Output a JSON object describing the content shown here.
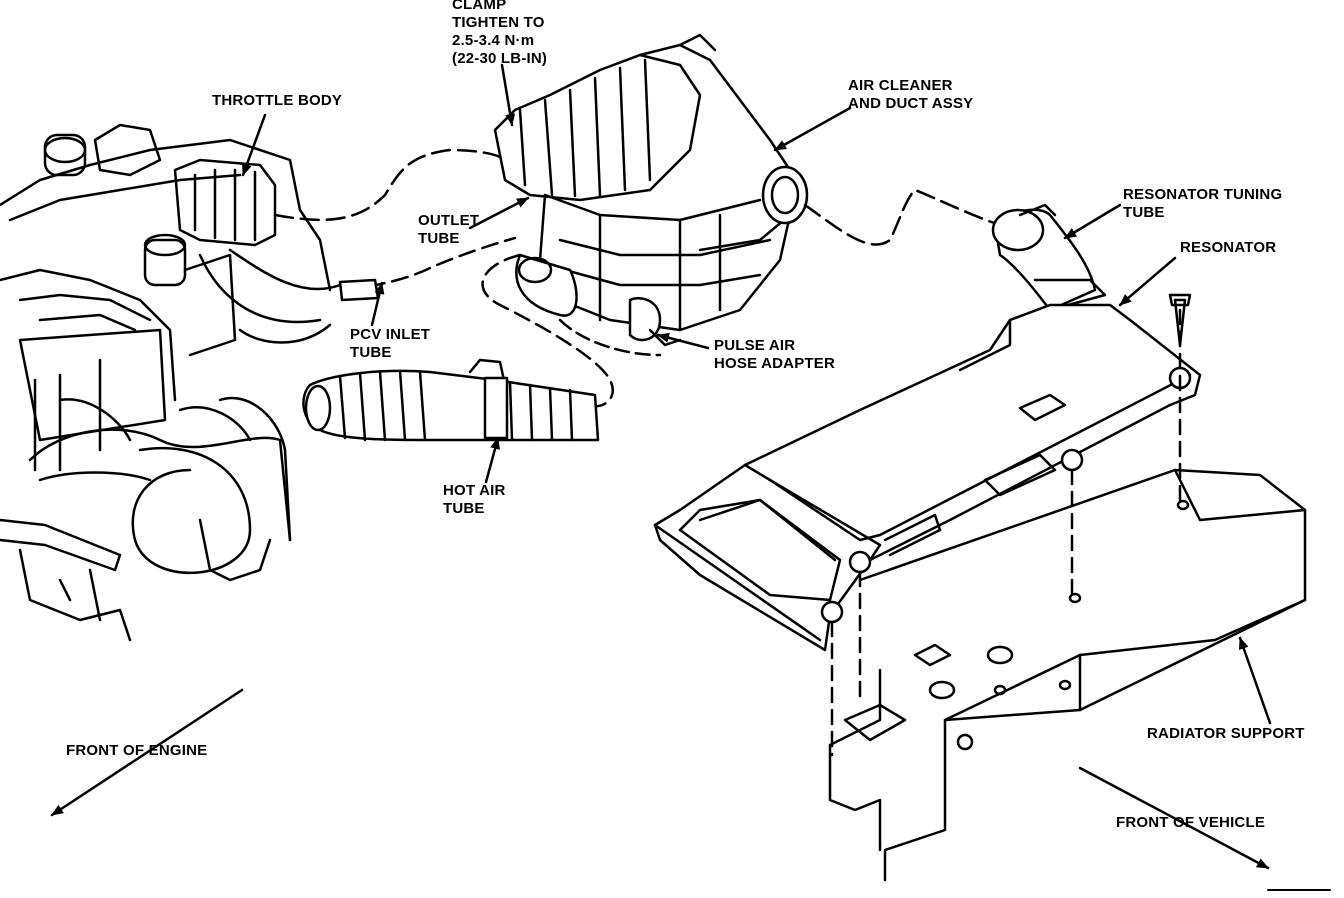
{
  "labels": {
    "clamp": [
      "CLAMP",
      "TIGHTEN TO",
      "2.5-3.4 N·m",
      "(22-30 LB-IN)"
    ],
    "throttle_body": [
      "THROTTLE BODY"
    ],
    "air_cleaner": [
      "AIR CLEANER",
      "AND DUCT ASSY"
    ],
    "resonator_tuning_tube": [
      "RESONATOR TUNING",
      "TUBE"
    ],
    "resonator": [
      "RESONATOR"
    ],
    "outlet_tube": [
      "OUTLET",
      "TUBE"
    ],
    "pcv_inlet_tube": [
      "PCV INLET",
      "TUBE"
    ],
    "pulse_air": [
      "PULSE AIR",
      "HOSE ADAPTER"
    ],
    "hot_air_tube": [
      "HOT AIR",
      "TUBE"
    ],
    "front_of_engine": [
      "FRONT OF ENGINE"
    ],
    "radiator_support": [
      "RADIATOR SUPPORT"
    ],
    "front_of_vehicle": [
      "FRONT OF VEHICLE"
    ]
  }
}
